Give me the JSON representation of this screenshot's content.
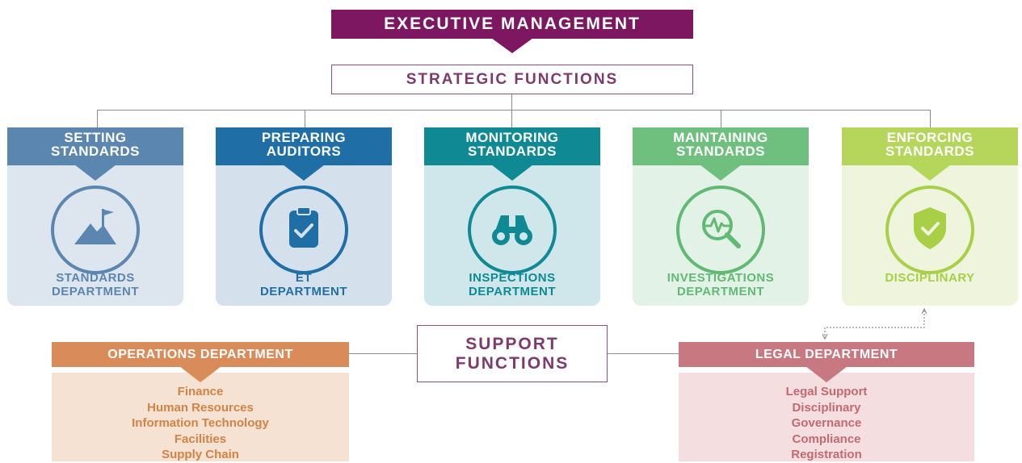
{
  "executive": {
    "title": "EXECUTIVE MANAGEMENT"
  },
  "strategic": {
    "title": "STRATEGIC FUNCTIONS"
  },
  "columns": [
    {
      "header_line1": "SETTING",
      "header_line2": "STANDARDS",
      "icon": "mountain-flag-icon",
      "dept_line1": "STANDARDS",
      "dept_line2": "DEPARTMENT",
      "header_color": "#5b86b0",
      "panel_color": "#dde5ef",
      "icon_color": "#5b86b0",
      "dept_color": "#5b86b0"
    },
    {
      "header_line1": "PREPARING",
      "header_line2": "AUDITORS",
      "icon": "clipboard-check-icon",
      "dept_line1": "ET",
      "dept_line2": "DEPARTMENT",
      "header_color": "#1f6fa6",
      "panel_color": "#d4e1ec",
      "icon_color": "#1f6fa6",
      "dept_color": "#1f6fa6"
    },
    {
      "header_line1": "MONITORING",
      "header_line2": "STANDARDS",
      "icon": "binoculars-icon",
      "dept_line1": "INSPECTIONS",
      "dept_line2": "DEPARTMENT",
      "header_color": "#0f8a94",
      "panel_color": "#cfe6ea",
      "icon_color": "#0f8a94",
      "dept_color": "#0f8a94"
    },
    {
      "header_line1": "MAINTAINING",
      "header_line2": "STANDARDS",
      "icon": "magnifier-pulse-icon",
      "dept_line1": "INVESTIGATIONS",
      "dept_line2": "DEPARTMENT",
      "header_color": "#6fc07e",
      "panel_color": "#e3f2e6",
      "icon_color": "#62b974",
      "dept_color": "#62b974"
    },
    {
      "header_line1": "ENFORCING",
      "header_line2": "STANDARDS",
      "icon": "shield-check-icon",
      "dept_line1": "DISCIPLINARY",
      "dept_line2": "",
      "header_color": "#b5d65a",
      "panel_color": "#eef5dc",
      "icon_color": "#a9cf47",
      "dept_color": "#a9cf47"
    }
  ],
  "support": {
    "line1": "SUPPORT",
    "line2": "FUNCTIONS"
  },
  "operations": {
    "title": "OPERATIONS DEPARTMENT",
    "items": [
      "Finance",
      "Human Resources",
      "Information Technology",
      "Facilities",
      "Supply Chain"
    ]
  },
  "legal": {
    "title": "LEGAL DEPARTMENT",
    "items": [
      "Legal Support",
      "Disciplinary",
      "Governance",
      "Compliance",
      "Registration"
    ]
  }
}
